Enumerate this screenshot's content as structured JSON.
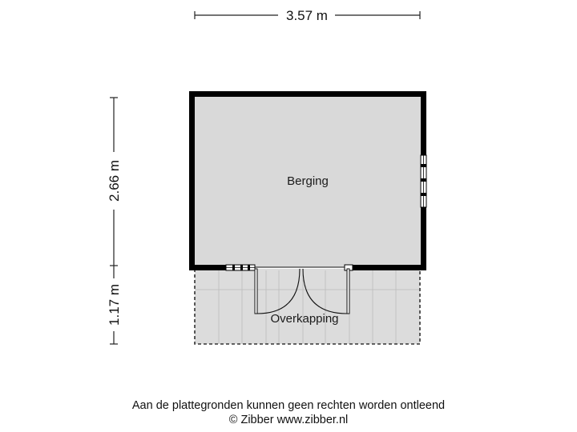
{
  "rooms": {
    "berging": {
      "label": "Berging"
    },
    "overkapping": {
      "label": "Overkapping"
    }
  },
  "dimensions": {
    "width": "3.57 m",
    "height_berging": "2.66 m",
    "height_overkapping": "1.17 m"
  },
  "footer": {
    "disclaimer": "Aan de plattegronden kunnen geen rechten worden ontleend",
    "copyright": "© Zibber www.zibber.nl"
  },
  "colors": {
    "wall": "#000000",
    "floor": "#d9d9d9",
    "tile_line": "#bdbdbd",
    "dimension_line": "#222222"
  }
}
